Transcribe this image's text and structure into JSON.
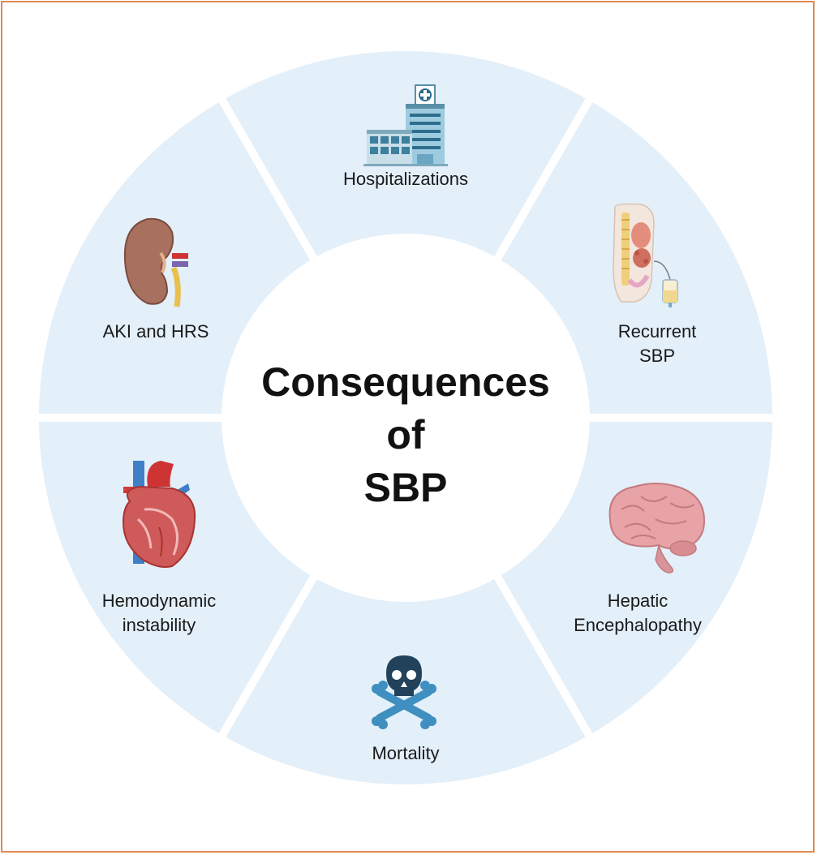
{
  "title_lines": [
    "Consequences",
    "of",
    "SBP"
  ],
  "colors": {
    "frame": "#e08a4f",
    "segment_fill": "#e3eff9",
    "text": "#1a1a1a"
  },
  "segments": [
    {
      "id": "hospitalizations",
      "lines": [
        "Hospitalizations"
      ],
      "icon": "hospital-icon"
    },
    {
      "id": "recurrent-sbp",
      "lines": [
        "Recurrent",
        "SBP"
      ],
      "icon": "abdomen-drain-icon"
    },
    {
      "id": "hepatic-encephalopathy",
      "lines": [
        "Hepatic",
        "Encephalopathy"
      ],
      "icon": "brain-icon"
    },
    {
      "id": "mortality",
      "lines": [
        "Mortality"
      ],
      "icon": "skull-crossbones-icon"
    },
    {
      "id": "hemodynamic-instability",
      "lines": [
        "Hemodynamic",
        "instability"
      ],
      "icon": "heart-icon"
    },
    {
      "id": "aki-and-hrs",
      "lines": [
        "AKI and HRS"
      ],
      "icon": "kidney-icon"
    }
  ]
}
